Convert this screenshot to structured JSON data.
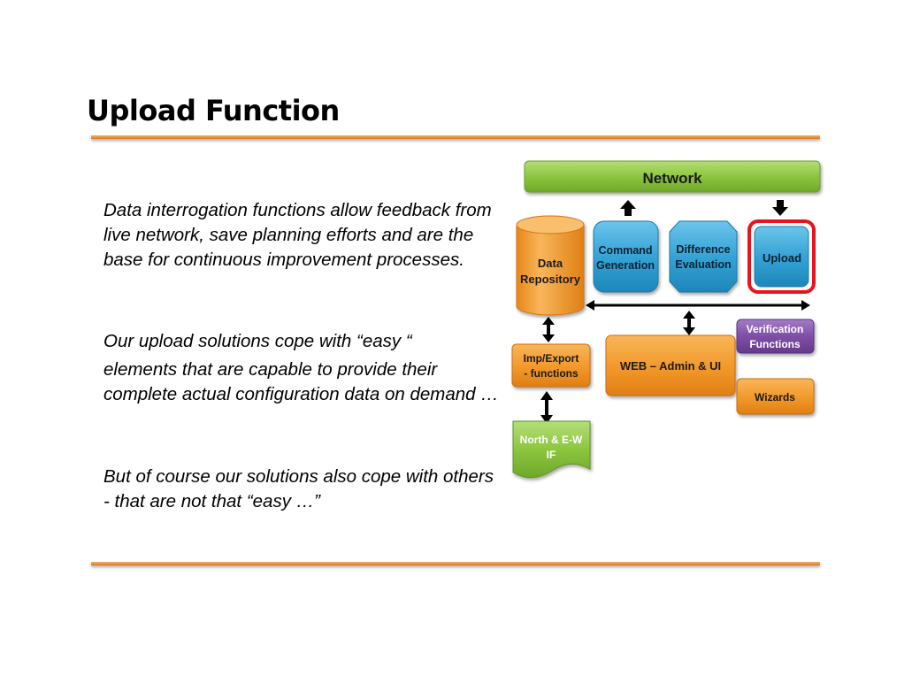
{
  "slide": {
    "title": "Upload Function",
    "paragraphs": [
      "Data interrogation functions allow feedback from live network, save planning efforts and are the base for continuous improvement processes.",
      "Our upload solutions cope with “easy “",
      "elements that are capable to provide their complete actual configuration data on demand …",
      "But of course our solutions also cope with others - that are not that “easy …”"
    ]
  },
  "diagram": {
    "nodes": {
      "network": [
        "Network"
      ],
      "data_repository": [
        "Data",
        "Repository"
      ],
      "command_generation": [
        "Command",
        "Generation"
      ],
      "difference_evaluation": [
        "Difference",
        "Evaluation"
      ],
      "upload": [
        "Upload"
      ],
      "verification_functions": [
        "Verification",
        "Functions"
      ],
      "imp_export": [
        "Imp/Export",
        "- functions"
      ],
      "web_admin_ui": [
        "WEB – Admin & UI"
      ],
      "wizards": [
        "Wizards"
      ],
      "north_ew_if": [
        "North & E-W",
        "IF"
      ]
    },
    "colors": {
      "network_green": "#8cc63e",
      "repository_orange": "#f39a2d",
      "process_blue": "#35a3d6",
      "highlight_red": "#e8141c",
      "verification_purple": "#7e4fa6",
      "interface_green": "#86bf3c",
      "rule_orange": "#e08a2f"
    }
  }
}
